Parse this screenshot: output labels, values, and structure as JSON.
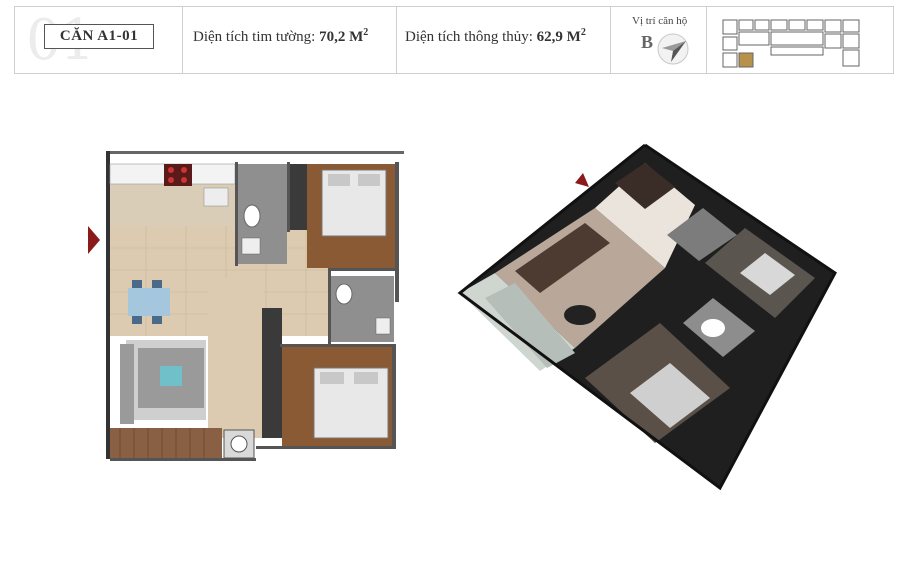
{
  "header": {
    "watermark_number": "01",
    "apartment_code": "CĂN A1-01",
    "wall_area_label": "Diện tích tim tường:",
    "wall_area_value": "70,2 M",
    "wall_area_sup": "2",
    "clear_area_label": "Diện tích thông thủy:",
    "clear_area_value": "62,9 M",
    "clear_area_sup": "2",
    "position_label": "Vị trí căn hộ",
    "position_letter": "B"
  },
  "colors": {
    "accent": "#8b1a1a",
    "highlight_unit": "#b8924b",
    "border": "#cfcfcf",
    "wood": "#8a5a35",
    "tile": "#dccbb0"
  }
}
